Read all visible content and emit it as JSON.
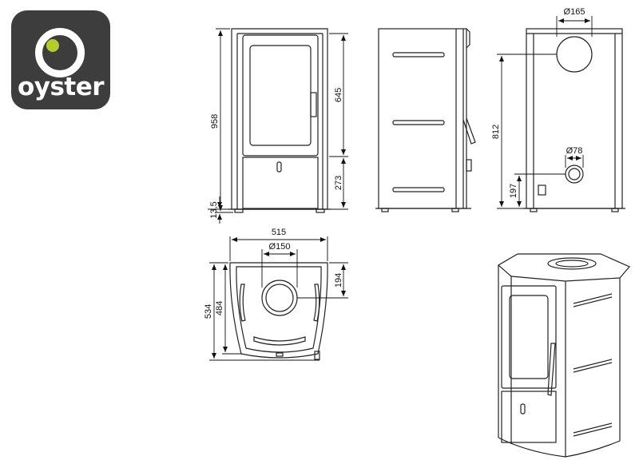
{
  "brand": {
    "logo_text": "oyster",
    "colors": {
      "logo_bg": "#3d3d3d",
      "logo_dot": "#b5cc2a"
    }
  },
  "dimensions": {
    "front": {
      "height_total": "958",
      "door_height": "645",
      "drawer_height": "273",
      "foot_height": "13,5"
    },
    "rear": {
      "flue_diameter": "Ø165",
      "flue_height": "812",
      "air_diameter": "Ø78",
      "air_height": "197"
    },
    "top": {
      "width": "515",
      "outlet_diameter": "Ø150",
      "depth_total": "534",
      "depth_body": "484",
      "outlet_offset": "194"
    }
  }
}
